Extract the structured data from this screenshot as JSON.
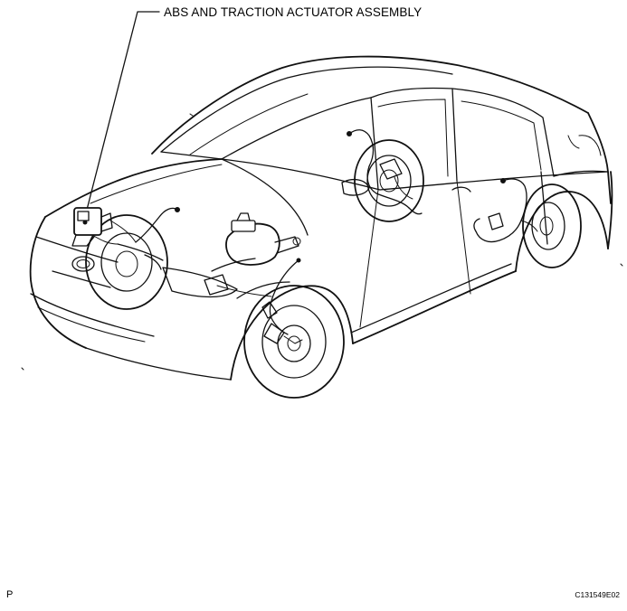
{
  "callout": {
    "label": "ABS AND TRACTION ACTUATOR ASSEMBLY"
  },
  "footer": {
    "corner_letter": "P",
    "figure_id": "C131549E02"
  }
}
